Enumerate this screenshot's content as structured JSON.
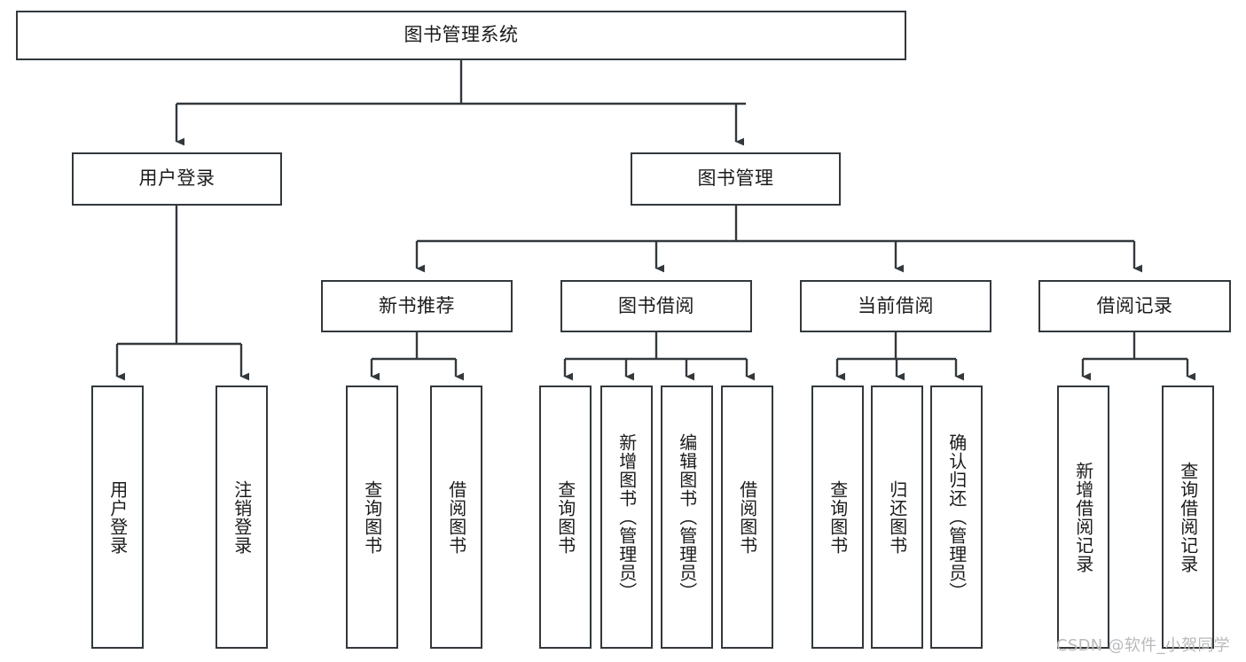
{
  "diagram": {
    "type": "hierarchy-tree",
    "title": "图书管理系统",
    "watermark": "CSDN @软件_小贺同学",
    "colors": {
      "box_border": "#32383c",
      "box_fill": "#ffffff",
      "connector": "#32383c",
      "text": "#1b1b1b",
      "watermark": "#b9b9b9",
      "background": "#ffffff"
    },
    "root": {
      "label": "图书管理系统"
    },
    "level2": [
      {
        "label": "用户登录"
      },
      {
        "label": "图书管理"
      }
    ],
    "level3": [
      {
        "label": "新书推荐"
      },
      {
        "label": "图书借阅"
      },
      {
        "label": "当前借阅"
      },
      {
        "label": "借阅记录"
      }
    ],
    "leaves": {
      "user_login": [
        {
          "label": "用户登录"
        },
        {
          "label": "注销登录"
        }
      ],
      "new_book_recommend": [
        {
          "label": "查询图书"
        },
        {
          "label": "借阅图书"
        }
      ],
      "book_borrow": [
        {
          "label": "查询图书"
        },
        {
          "label": "新增图书（管理员）"
        },
        {
          "label": "编辑图书（管理员）"
        },
        {
          "label": "借阅图书"
        }
      ],
      "current_borrow": [
        {
          "label": "查询图书"
        },
        {
          "label": "归还图书"
        },
        {
          "label": "确认归还（管理员）"
        }
      ],
      "borrow_record": [
        {
          "label": "新增借阅记录"
        },
        {
          "label": "查询借阅记录"
        }
      ]
    }
  }
}
